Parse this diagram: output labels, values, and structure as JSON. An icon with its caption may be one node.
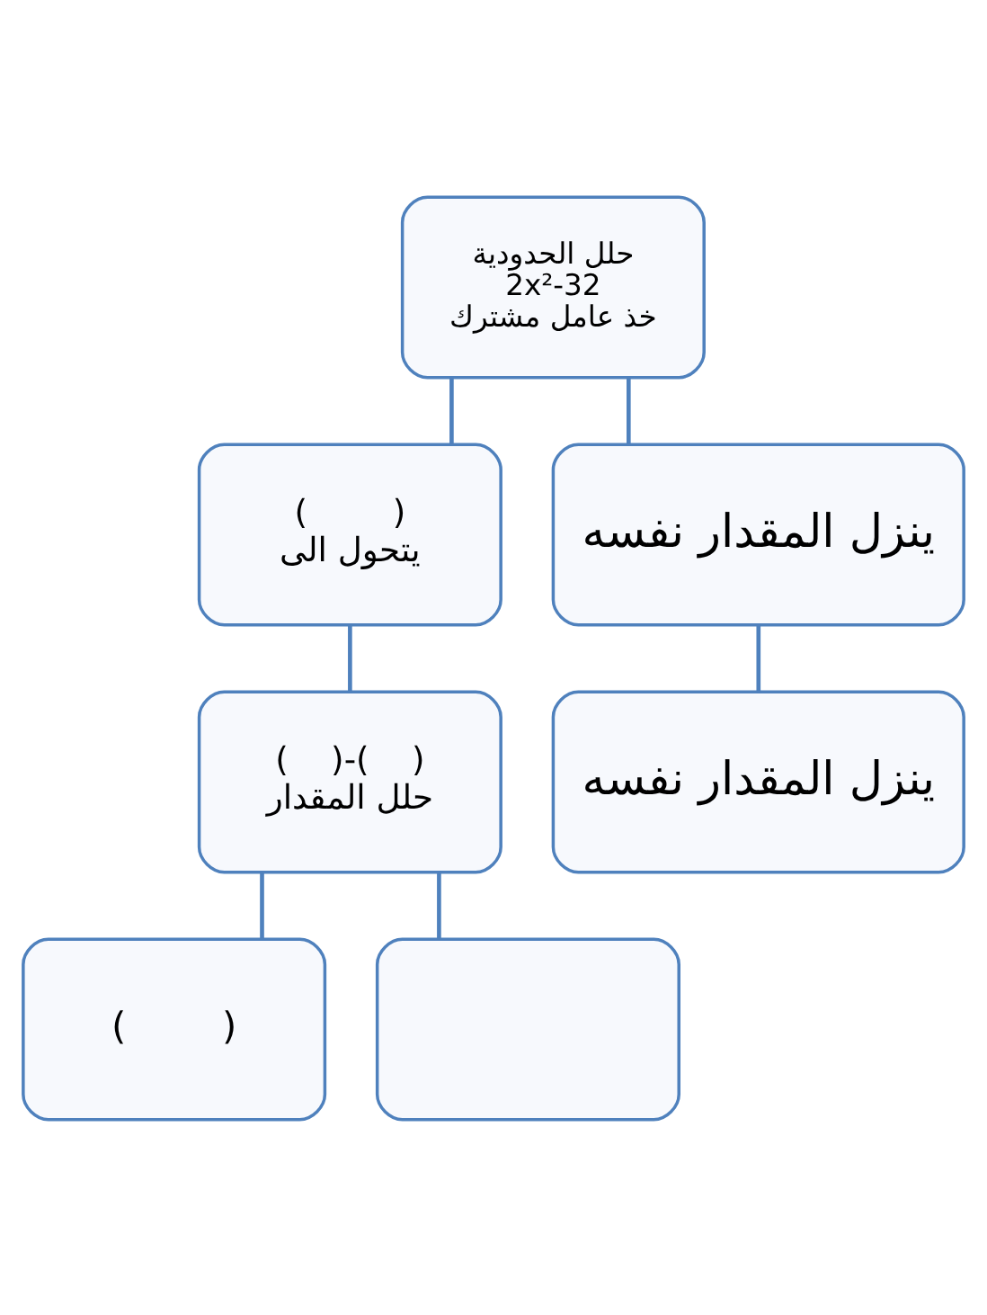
{
  "diagram": {
    "nodes": [
      {
        "text": [
          "حلل الحدودية",
          "2x²-32",
          "خذ عامل مشترك"
        ]
      },
      {
        "text": [
          "(        )",
          "يتحول الى"
        ]
      },
      {
        "text": [
          "ينزل المقدار نفسه"
        ]
      },
      {
        "text": [
          "(    )-(    )",
          "حلل المقدار"
        ]
      },
      {
        "text": [
          "ينزل المقدار نفسه"
        ]
      },
      {
        "text": [
          "(        )"
        ]
      },
      {
        "text": [],
        "shape": "box"
      }
    ],
    "edges": [
      {
        "from": 0,
        "to": 1,
        "arrow": "none"
      },
      {
        "from": 0,
        "to": 2,
        "arrow": "none"
      },
      {
        "from": 1,
        "to": 3,
        "arrow": "none"
      },
      {
        "from": 2,
        "to": 4,
        "arrow": "none"
      },
      {
        "from": 3,
        "to": 5,
        "arrow": "none"
      },
      {
        "from": 3,
        "to": 6,
        "arrow": "none"
      }
    ]
  }
}
